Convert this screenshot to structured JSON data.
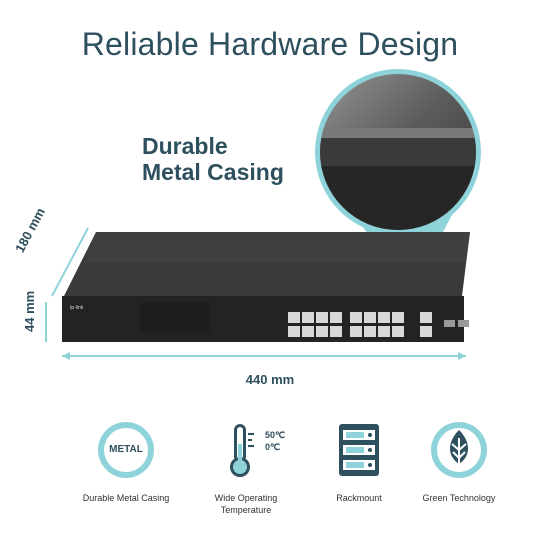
{
  "page": {
    "title": "Reliable Hardware Design",
    "callout": {
      "line1": "Durable",
      "line2": "Metal Casing"
    }
  },
  "dimensions": {
    "depth": "180 mm",
    "height": "44 mm",
    "width": "440 mm"
  },
  "features": [
    {
      "icon": "metal-badge-icon",
      "icon_text": "METAL",
      "label1": "Durable Metal Casing",
      "label2": ""
    },
    {
      "icon": "thermometer-icon",
      "temp_high": "50℃",
      "temp_low": "0℃",
      "label1": "Wide Operating",
      "label2": "Temperature"
    },
    {
      "icon": "rackmount-icon",
      "label1": "Rackmount",
      "label2": ""
    },
    {
      "icon": "leaf-icon",
      "label1": "Green Technology",
      "label2": ""
    }
  ],
  "colors": {
    "accent": "#2e4f5e",
    "teal": "#8fd3da",
    "device": "#2b2b2b"
  }
}
